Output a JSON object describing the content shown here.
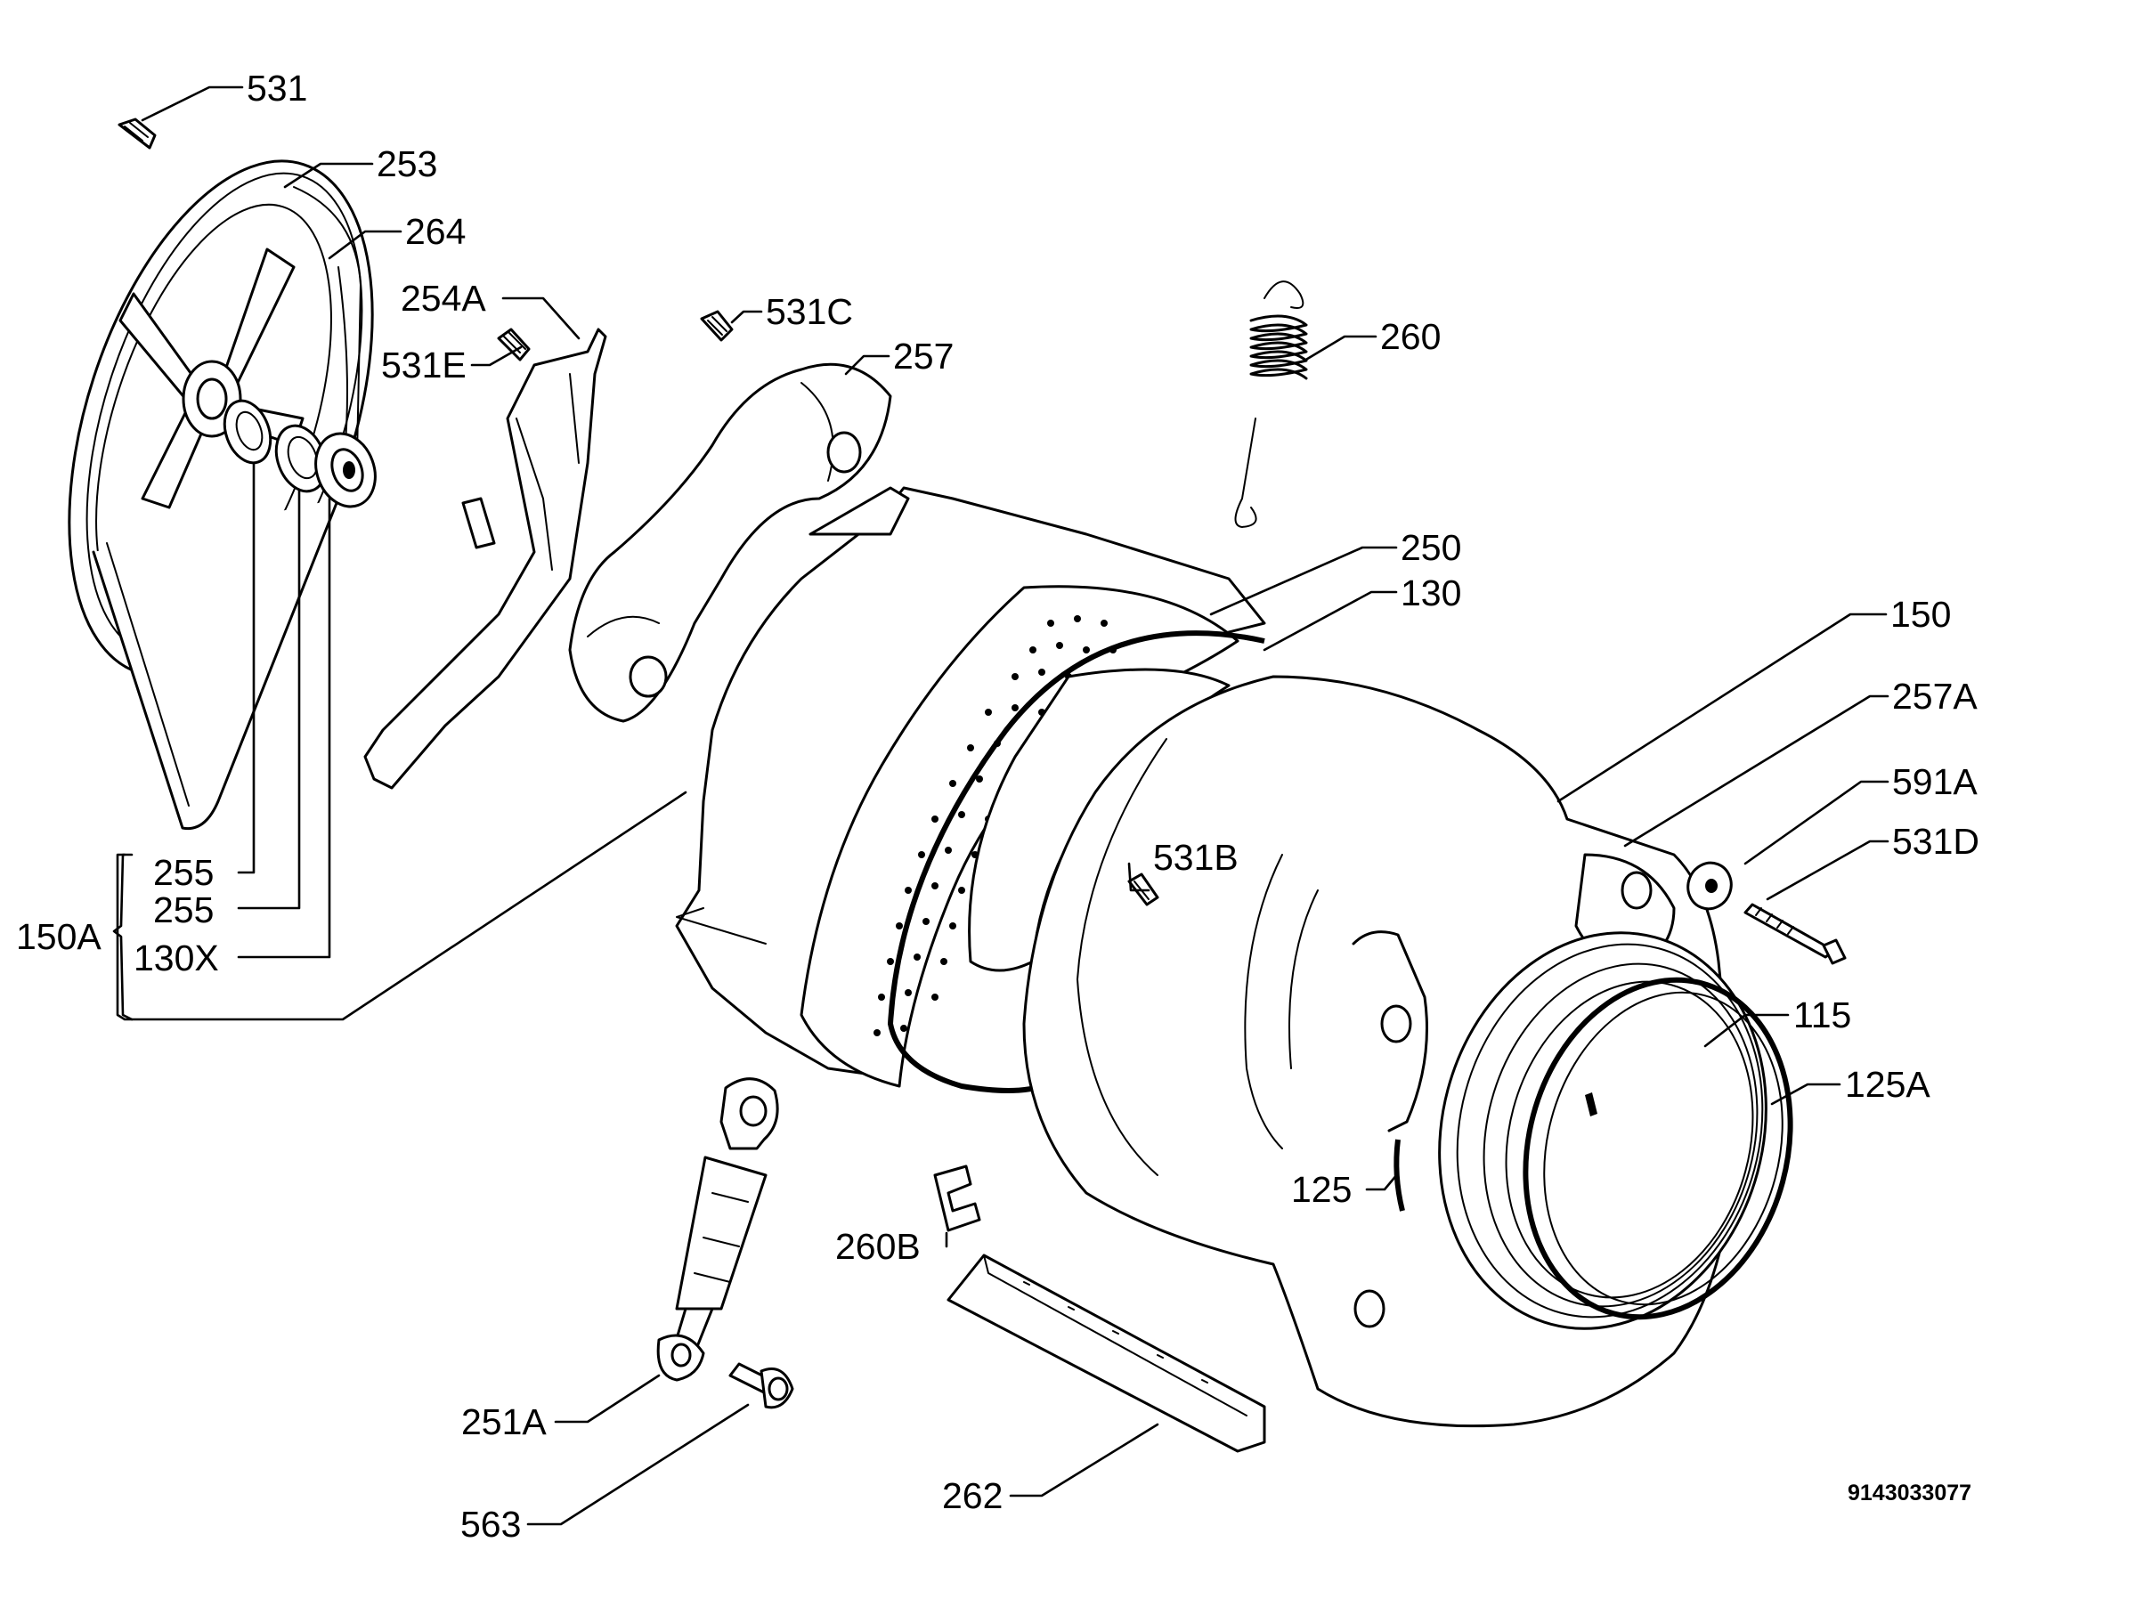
{
  "diagram": {
    "document_number": "9143033077",
    "callouts": {
      "c531": "531",
      "c253": "253",
      "c264": "264",
      "c254A": "254A",
      "c531E": "531E",
      "c531C": "531C",
      "c257": "257",
      "c260": "260",
      "c250": "250",
      "c130": "130",
      "c150": "150",
      "c257A": "257A",
      "c591A": "591A",
      "c531D": "531D",
      "c531B": "531B",
      "c255a": "255",
      "c255b": "255",
      "c150A": "150A",
      "c130X": "130X",
      "c115": "115",
      "c125A": "125A",
      "c125": "125",
      "c260B": "260B",
      "c251A": "251A",
      "c563": "563",
      "c262": "262"
    }
  }
}
